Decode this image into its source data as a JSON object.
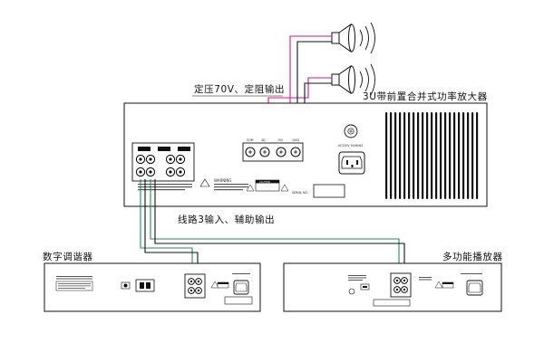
{
  "diagram": {
    "amplifier": {
      "title": "3U带前置合并式功率放大器",
      "speaker_terminals": [
        "COM",
        "4Ω",
        "70V",
        "100V"
      ],
      "power_label": "AC220V 50/60HZ",
      "warning_label": "WARNING",
      "caution_label": "CAUTION",
      "serial_label": "SERIAL NO."
    },
    "speaker_output_label": "定压70V、定阻输出",
    "line_input_label": "线路3输入、辅助输出",
    "tuner": {
      "title": "数字调谐器"
    },
    "player": {
      "title": "多功能播放器"
    },
    "colors": {
      "speaker_wire": "#d4147c",
      "signal_wire": "#1e8c5a",
      "outline": "#111111"
    }
  }
}
